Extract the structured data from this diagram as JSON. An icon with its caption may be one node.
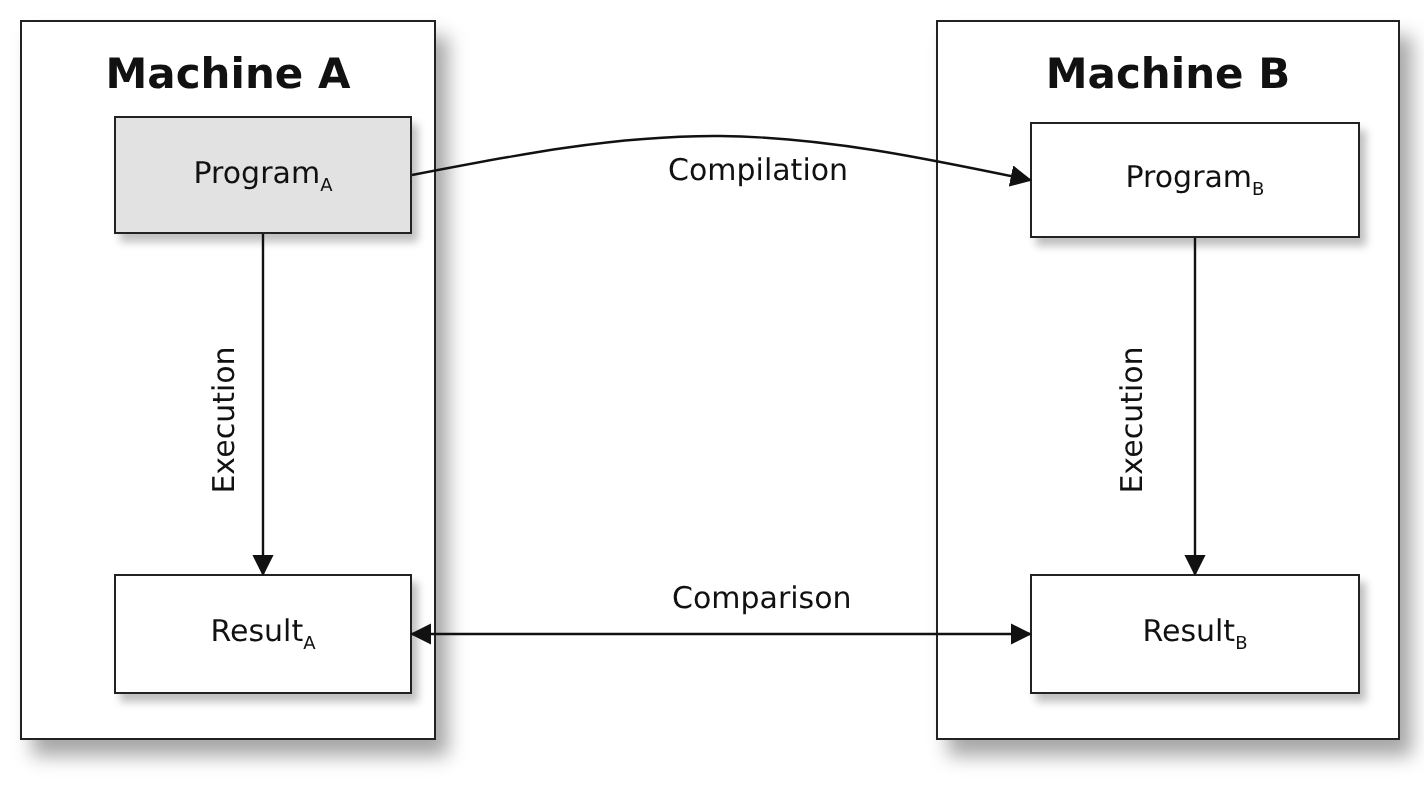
{
  "diagram": {
    "nodes": [
      {
        "text": [
          "Machine A"
        ]
      },
      {
        "text": [
          "Program$_{A}$"
        ],
        "in": 0
      },
      {
        "text": [
          "Result$_{A}$"
        ],
        "in": 0
      },
      {
        "text": [
          "Machine B"
        ]
      },
      {
        "text": [
          "Program$_{B}$"
        ],
        "in": 3
      },
      {
        "text": [
          "Result$_{B}$"
        ],
        "in": 3
      }
    ],
    "edges": [
      {
        "from": 1,
        "to": 2,
        "arrow": "to",
        "label": "Execution"
      },
      {
        "from": 1,
        "to": 4,
        "arrow": "to",
        "label": "Compilation"
      },
      {
        "from": 2,
        "to": 5,
        "arrow": "both",
        "label": "Comparison"
      },
      {
        "from": 4,
        "to": 5,
        "arrow": "to",
        "label": "Execution"
      }
    ]
  }
}
